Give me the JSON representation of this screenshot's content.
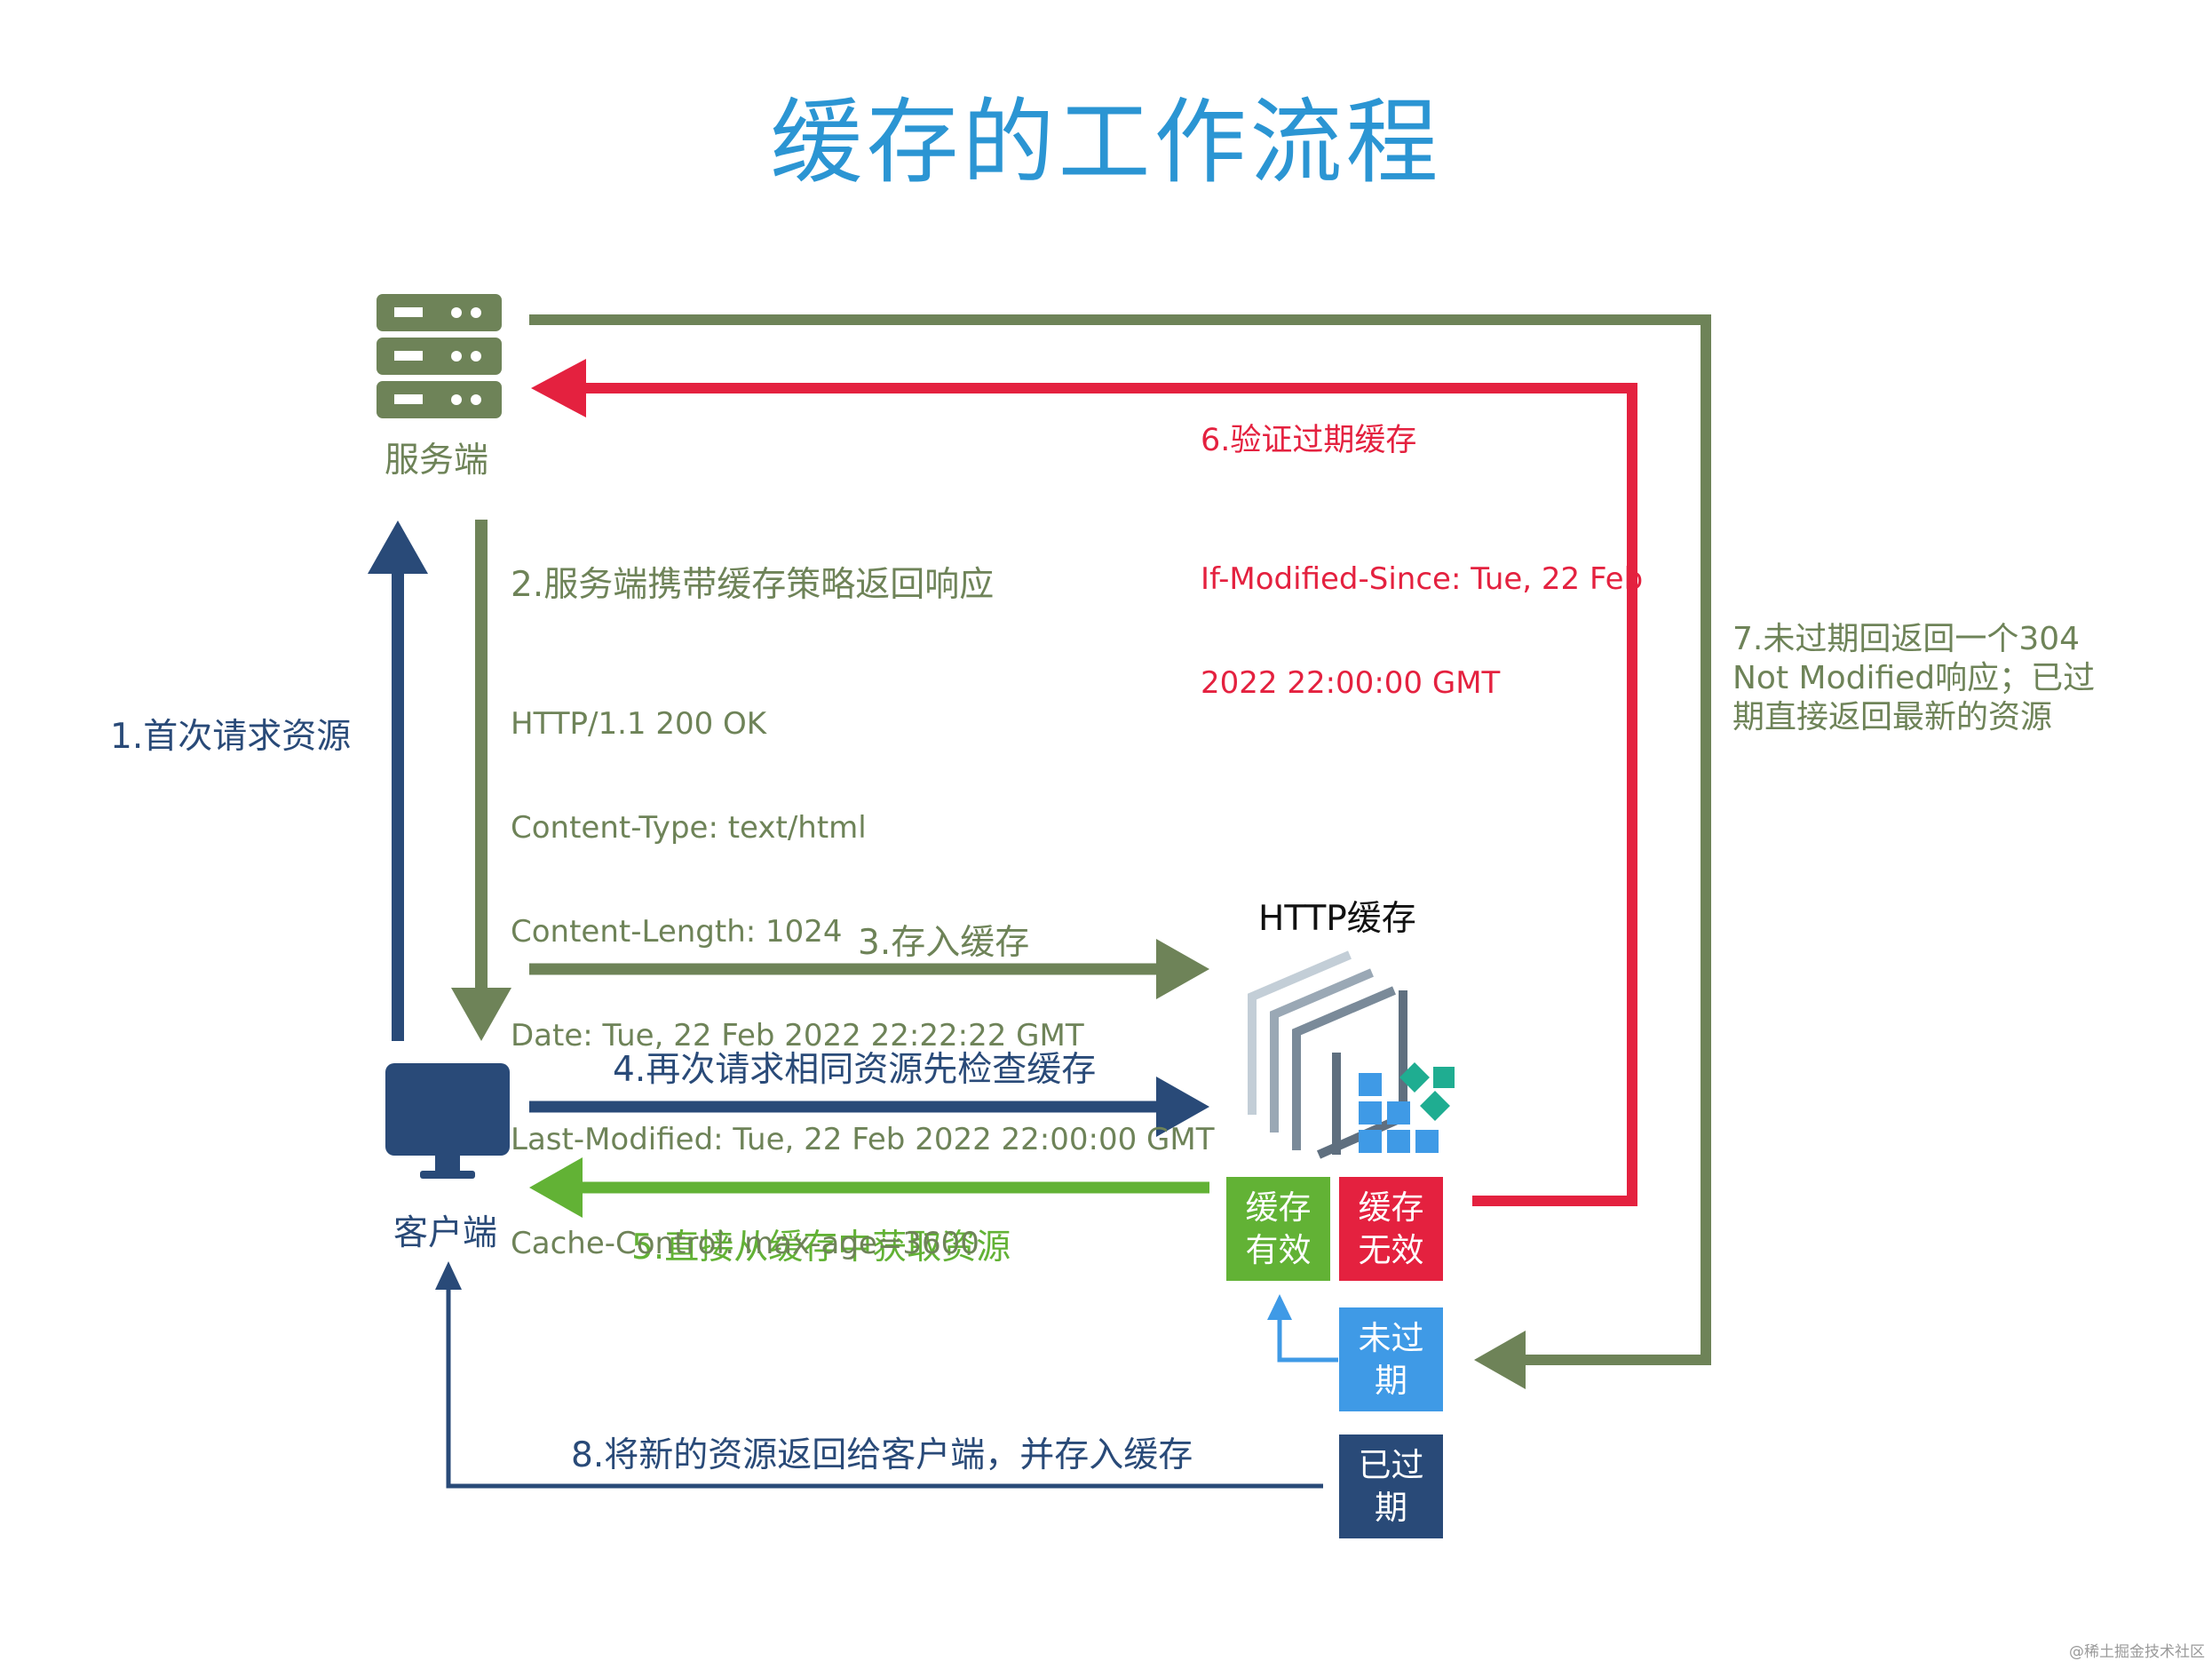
{
  "title": "缓存的工作流程",
  "nodes": {
    "server": "服务端",
    "client": "客户端",
    "http_cache": "HTTP缓存"
  },
  "steps": {
    "s1": "1.首次请求资源",
    "s2": "2.服务端携带缓存策略返回响应",
    "s3": "3.存入缓存",
    "s4": "4.再次请求相同资源先检查缓存",
    "s5": "5.直接从缓存中获取资源",
    "s6": "6.验证过期缓存",
    "s7_lines": [
      "7.未过期回返回一个304",
      "Not Modified响应；已过",
      "期直接返回最新的资源"
    ],
    "s8": "8.将新的资源返回给客户端，并存入缓存"
  },
  "response_headers": [
    "HTTP/1.1 200 OK",
    "Content-Type: text/html",
    "Content-Length: 1024",
    "Date: Tue, 22 Feb 2022 22:22:22 GMT",
    "Last-Modified: Tue, 22 Feb 2022 22:00:00 GMT",
    "Cache-Control: max-age=3600"
  ],
  "validation_header": [
    "If-Modified-Since: Tue, 22 Feb",
    "2022 22:00:00 GMT"
  ],
  "status_boxes": {
    "valid": [
      "缓存",
      "有效"
    ],
    "invalid": [
      "缓存",
      "无效"
    ],
    "not_expired": [
      "未过",
      "期"
    ],
    "expired": [
      "已过",
      "期"
    ]
  },
  "watermark": "@稀土掘金技术社区",
  "colors": {
    "title": "#2b95d3",
    "green": "#6e8358",
    "red": "#e4213f",
    "navy": "#294a78",
    "lime": "#62b235",
    "blue": "#3f9ae6",
    "teal": "#1fad91"
  }
}
